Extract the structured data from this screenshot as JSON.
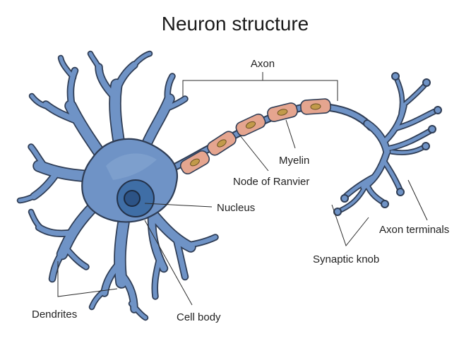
{
  "title": "Neuron structure",
  "labels": {
    "axon": "Axon",
    "myelin": "Myelin",
    "node_of_ranvier": "Node of Ranvier",
    "nucleus": "Nucleus",
    "cell_body": "Cell body",
    "dendrites": "Dendrites",
    "axon_terminals": "Axon terminals",
    "synaptic_knob": "Synaptic knob"
  },
  "colors": {
    "cell_fill": "#6f93c6",
    "outline": "#2f3d55",
    "myelin": "#e5a58f",
    "nucleus": "#3f6ea6"
  }
}
